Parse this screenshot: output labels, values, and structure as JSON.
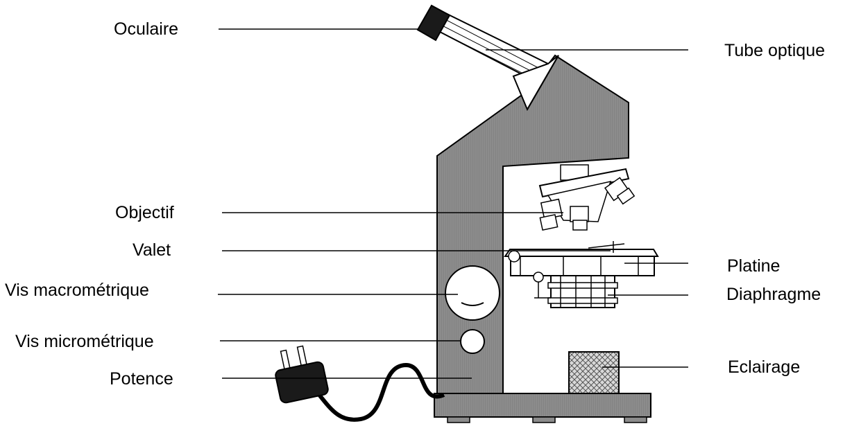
{
  "labels": {
    "left": {
      "oculaire": "Oculaire",
      "objectif": "Objectif",
      "valet": "Valet",
      "vis_macro": "Vis macrométrique",
      "vis_micro": "Vis micrométrique",
      "potence": "Potence"
    },
    "right": {
      "tube": "Tube optique",
      "platine": "Platine",
      "diaphragme": "Diaphragme",
      "eclairage": "Eclairage"
    }
  },
  "colors": {
    "body": "#8c8c8c",
    "outline": "#000000",
    "light": "#ffffff",
    "dark": "#1a1a1a"
  }
}
